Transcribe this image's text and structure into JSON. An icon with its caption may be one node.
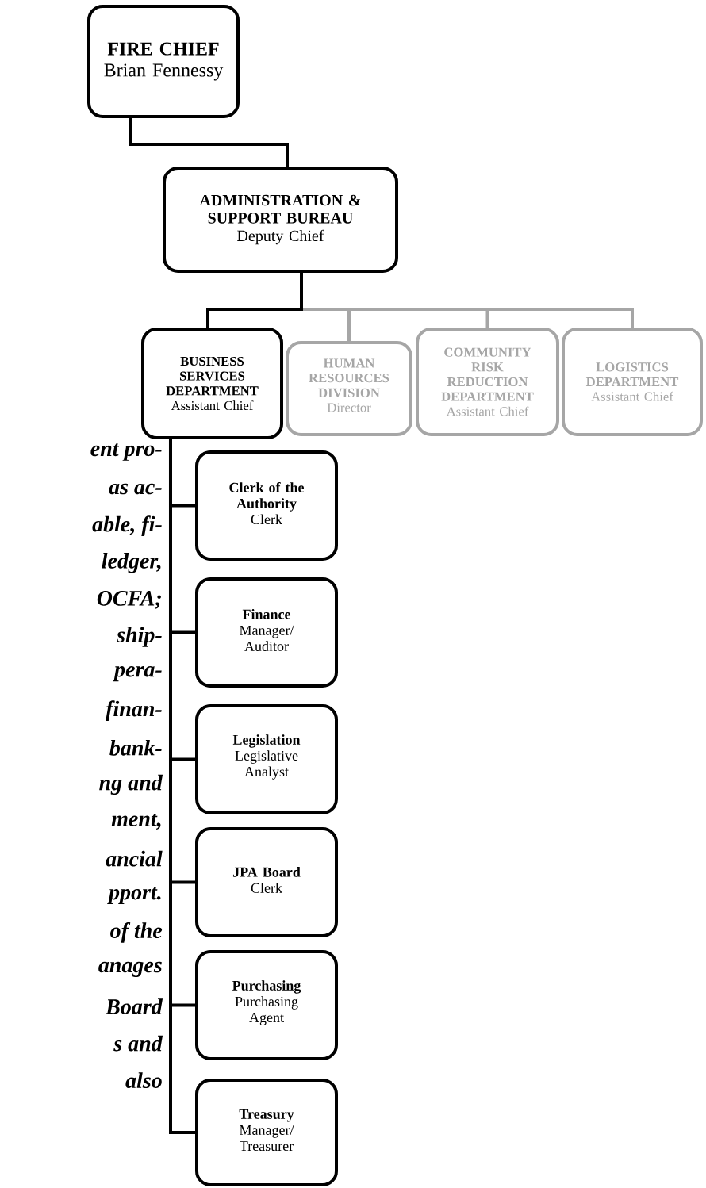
{
  "diagram": {
    "nodes": [
      {
        "text": [
          "FIRE CHIEF",
          "Brian Fennessy"
        ]
      },
      {
        "text": [
          "ADMINISTRATION & SUPPORT BUREAU",
          "Deputy Chief"
        ]
      },
      {
        "text": [
          "BUSINESS SERVICES DEPARTMENT",
          "Assistant Chief"
        ]
      },
      {
        "text": [
          "HUMAN RESOURCES DIVISION",
          "Director"
        ]
      },
      {
        "text": [
          "COMMUNITY RISK REDUCTION DEPARTMENT",
          "Assistant Chief"
        ]
      },
      {
        "text": [
          "LOGISTICS DEPARTMENT",
          "Assistant Chief"
        ]
      },
      {
        "text": [
          "Clerk of the Authority",
          "Clerk"
        ]
      },
      {
        "text": [
          "Finance",
          "Manager/ Auditor"
        ]
      },
      {
        "text": [
          "Legislation",
          "Legislative Analyst"
        ]
      },
      {
        "text": [
          "JPA Board",
          "Clerk"
        ]
      },
      {
        "text": [
          "Purchasing",
          "Purchasing Agent"
        ]
      },
      {
        "text": [
          "Treasury",
          "Manager/ Treasurer"
        ]
      }
    ],
    "edges": [
      {
        "from": 0,
        "to": 1,
        "arrow": "none"
      },
      {
        "from": 1,
        "to": 2,
        "arrow": "none"
      },
      {
        "from": 1,
        "to": 3,
        "arrow": "none",
        "color": "#a6a6a6"
      },
      {
        "from": 1,
        "to": 4,
        "arrow": "none",
        "color": "#a6a6a6"
      },
      {
        "from": 1,
        "to": 5,
        "arrow": "none",
        "color": "#a6a6a6"
      },
      {
        "from": 2,
        "to": 6,
        "arrow": "none"
      },
      {
        "from": 2,
        "to": 7,
        "arrow": "none"
      },
      {
        "from": 2,
        "to": 8,
        "arrow": "none"
      },
      {
        "from": 2,
        "to": 9,
        "arrow": "none"
      },
      {
        "from": 2,
        "to": 10,
        "arrow": "none"
      },
      {
        "from": 2,
        "to": 11,
        "arrow": "none"
      }
    ],
    "labels": [
      "ent pro-",
      "as ac-",
      "able, fi-",
      "ledger,",
      "OCFA;",
      "ship-",
      "pera-",
      "finan-",
      "bank-",
      "ng and",
      "ment,",
      "ancial",
      "pport.",
      "of the",
      "anages",
      "Board",
      "s and",
      "also"
    ]
  }
}
